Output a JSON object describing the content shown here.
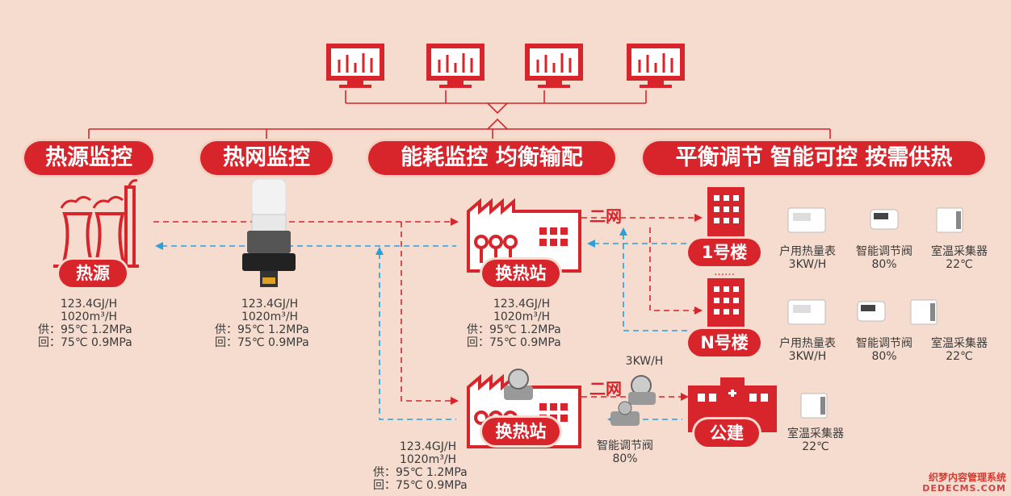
{
  "colors": {
    "primary": "#d7252b",
    "background": "#f5dccf",
    "supply_line": "#d7252b",
    "return_line": "#2c9ed8"
  },
  "categories": {
    "heat_source": "热源监控",
    "heat_network": "热网监控",
    "energy": "能耗监控 均衡输配",
    "balance": "平衡调节 智能可控 按需供热"
  },
  "nodes": {
    "heat_source": "热源",
    "station_1": "换热站",
    "station_2": "换热站",
    "building_1": "1号楼",
    "building_n": "N号楼",
    "public": "公建",
    "network_1": "二网",
    "network_2": "二网"
  },
  "readings": {
    "source": {
      "flow_gj": "123.4GJ/H",
      "flow_m3": "1020m³/H",
      "supply": "供：95℃ 1.2MPa",
      "return": "回：75℃ 0.9MPa"
    },
    "meter": {
      "flow_gj": "123.4GJ/H",
      "flow_m3": "1020m³/H",
      "supply": "供：95℃ 1.2MPa",
      "return": "回：75℃ 0.9MPa"
    },
    "station_1": {
      "flow_gj": "123.4GJ/H",
      "flow_m3": "1020m³/H",
      "supply": "供：95℃ 1.2MPa",
      "return": "回：75℃ 0.9MPa"
    },
    "station_2": {
      "flow_gj": "123.4GJ/H",
      "flow_m3": "1020m³/H",
      "supply": "供：95℃ 1.2MPa",
      "return": "回：75℃ 0.9MPa"
    }
  },
  "devices": {
    "b1_heat_meter": {
      "label": "户用热量表",
      "value": "3KW/H"
    },
    "b1_valve": {
      "label": "智能调节阀",
      "value": "80%"
    },
    "b1_temp": {
      "label": "室温采集器",
      "value": "22℃"
    },
    "bn_heat_meter": {
      "label": "户用热量表",
      "value": "3KW/H"
    },
    "bn_valve": {
      "label": "智能调节阀",
      "value": "80%"
    },
    "bn_temp": {
      "label": "室温采集器",
      "value": "22℃"
    },
    "pub_meter_value": "3KW/H",
    "pub_valve": {
      "label": "智能调节阀",
      "value": "80%"
    },
    "pub_temp": {
      "label": "室温采集器",
      "value": "22℃"
    }
  },
  "ellipsis": "……",
  "watermark": {
    "line1": "织梦内容管理系统",
    "line2": "DEDECMS.COM"
  }
}
